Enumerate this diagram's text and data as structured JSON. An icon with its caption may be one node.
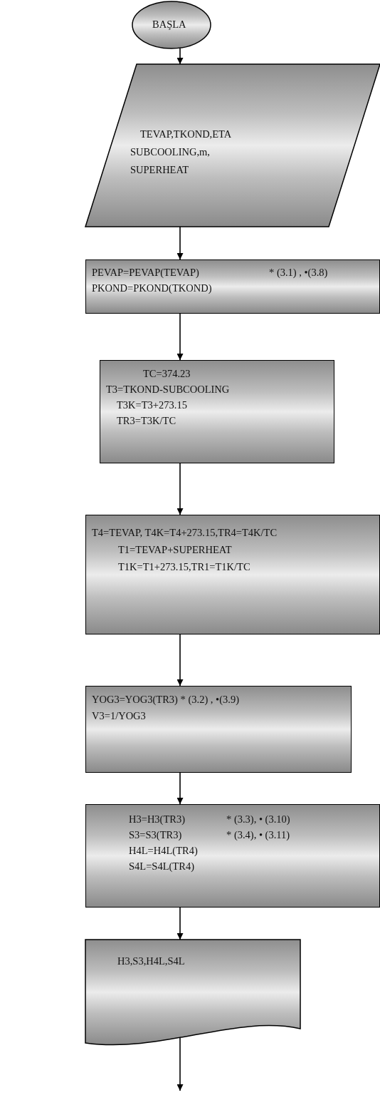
{
  "diagram": {
    "nodes": [
      {
        "text": [
          "BAŞLA"
        ]
      },
      {
        "text": [
          "TEVAP,TKOND,ETA",
          "SUBCOOLING,m,",
          "SUPERHEAT"
        ]
      },
      {
        "text": [
          "PEVAP=PEVAP(TEVAP)",
          "* (3.1) , •(3.8)",
          "PKOND=PKOND(TKOND)"
        ]
      },
      {
        "text": [
          "TC=374.23",
          "T3=TKOND-SUBCOOLING",
          "T3K=T3+273.15",
          "TR3=T3K/TC"
        ]
      },
      {
        "text": [
          "T4=TEVAP, T4K=T4+273.15,TR4=T4K/TC",
          "T1=TEVAP+SUPERHEAT",
          "T1K=T1+273.15,TR1=T1K/TC"
        ]
      },
      {
        "text": [
          "YOG3=YOG3(TR3) * (3.2) , •(3.9)",
          "V3=1/YOG3"
        ]
      },
      {
        "text": [
          "H3=H3(TR3)",
          "* (3.3), • (3.10)",
          "S3=S3(TR3)",
          "* (3.4), • (3.11)",
          "H4L=H4L(TR4)",
          "S4L=S4L(TR4)"
        ]
      },
      {
        "text": [
          "H3,S3,H4L,S4L"
        ]
      }
    ],
    "edges": [
      {
        "from": 0,
        "to": 1,
        "arrow": "to"
      },
      {
        "from": 1,
        "to": 2,
        "arrow": "to"
      },
      {
        "from": 2,
        "to": 3,
        "arrow": "to"
      },
      {
        "from": 3,
        "to": 4,
        "arrow": "to"
      },
      {
        "from": 4,
        "to": 5,
        "arrow": "to"
      },
      {
        "from": 5,
        "to": 6,
        "arrow": "to"
      },
      {
        "from": 6,
        "to": 7,
        "arrow": "to"
      },
      {
        "from": 7,
        "to": null,
        "arrow": "to"
      }
    ]
  }
}
